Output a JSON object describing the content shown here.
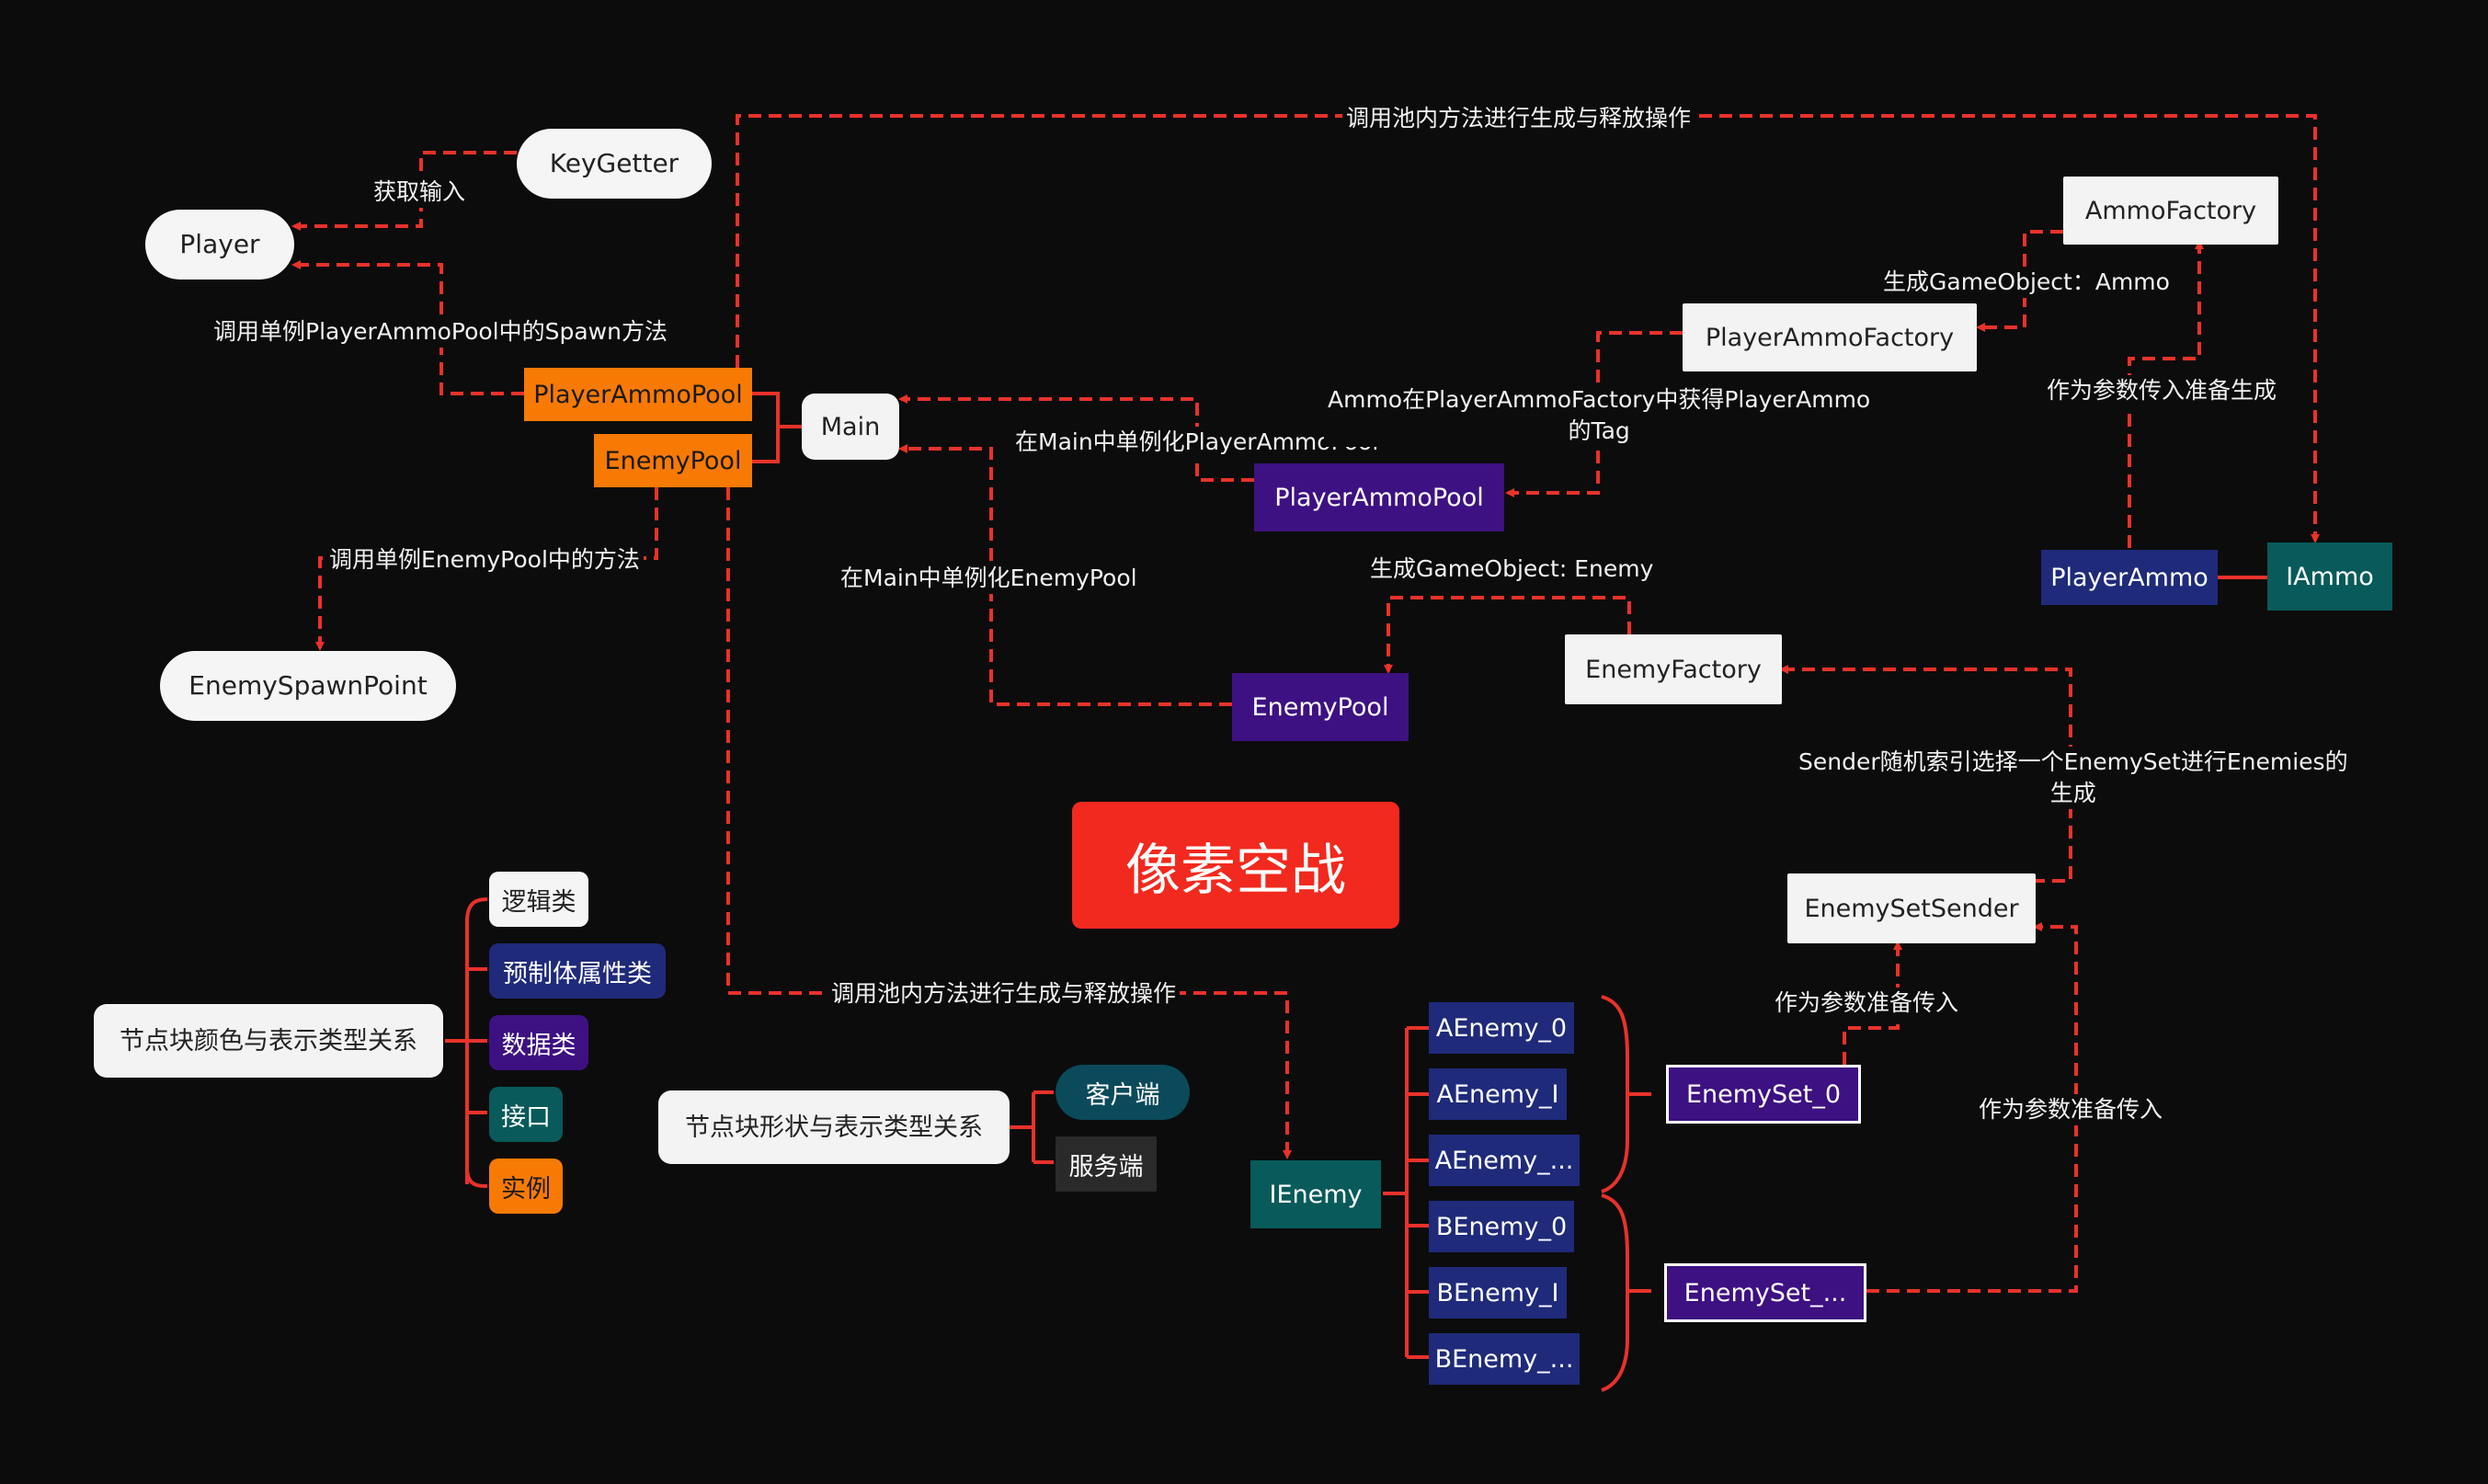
{
  "title": "像素空战",
  "nodes": {
    "key_getter": "KeyGetter",
    "player": "Player",
    "player_ammo_pool_ref": "PlayerAmmoPool",
    "enemy_pool_ref": "EnemyPool",
    "main": "Main",
    "enemy_spawn_point": "EnemySpawnPoint",
    "player_ammo_pool": "PlayerAmmoPool",
    "enemy_pool": "EnemyPool",
    "ammo_factory": "AmmoFactory",
    "player_ammo_factory": "PlayerAmmoFactory",
    "player_ammo": "PlayerAmmo",
    "iammo": "IAmmo",
    "enemy_factory": "EnemyFactory",
    "enemy_set_sender": "EnemySetSender",
    "ienemy": "IEnemy",
    "enemies": [
      "AEnemy_0",
      "AEnemy_I",
      "AEnemy_...",
      "BEnemy_0",
      "BEnemy_I",
      "BEnemy_..."
    ],
    "enemy_set_0": "EnemySet_0",
    "enemy_set_n": "EnemySet_..."
  },
  "labels": {
    "get_input": "获取输入",
    "call_spawn": "调用单例PlayerAmmoPool中的Spawn方法",
    "call_pool_top": "调用池内方法进行生成与释放操作",
    "call_enemy_pool": "调用单例EnemyPool中的方法",
    "instantiate_player_ammo_pool": "在Main中单例化PlayerAmmoPool",
    "instantiate_enemy_pool": "在Main中单例化EnemyPool",
    "ammo_tag": "Ammo在PlayerAmmoFactory中获得PlayerAmmo\n的Tag",
    "gen_ammo": "生成GameObject：Ammo",
    "as_param_gen": "作为参数传入准备生成",
    "gen_enemy": "生成GameObject: Enemy",
    "sender_desc": "Sender随机索引选择一个EnemySet进行Enemies的\n生成",
    "call_pool_bottom": "调用池内方法进行生成与释放操作",
    "as_param_in_1": "作为参数准备传入",
    "as_param_in_2": "作为参数准备传入"
  },
  "legend": {
    "color_title": "节点块颜色与表示类型关系",
    "color_items": [
      "逻辑类",
      "预制体属性类",
      "数据类",
      "接口",
      "实例"
    ],
    "shape_title": "节点块形状与表示类型关系",
    "shape_items": [
      "客户端",
      "服务端"
    ]
  },
  "colors": {
    "background": "#0c0c0c",
    "connector": "#e8322a",
    "logic": "#f3f3f3",
    "prefab": "#1f2a7a",
    "data": "#3d1182",
    "interface": "#095a5a",
    "instance": "#f77a05",
    "title": "#f2291e",
    "client": "#0a4a5a",
    "server": "#2a2a2a"
  }
}
